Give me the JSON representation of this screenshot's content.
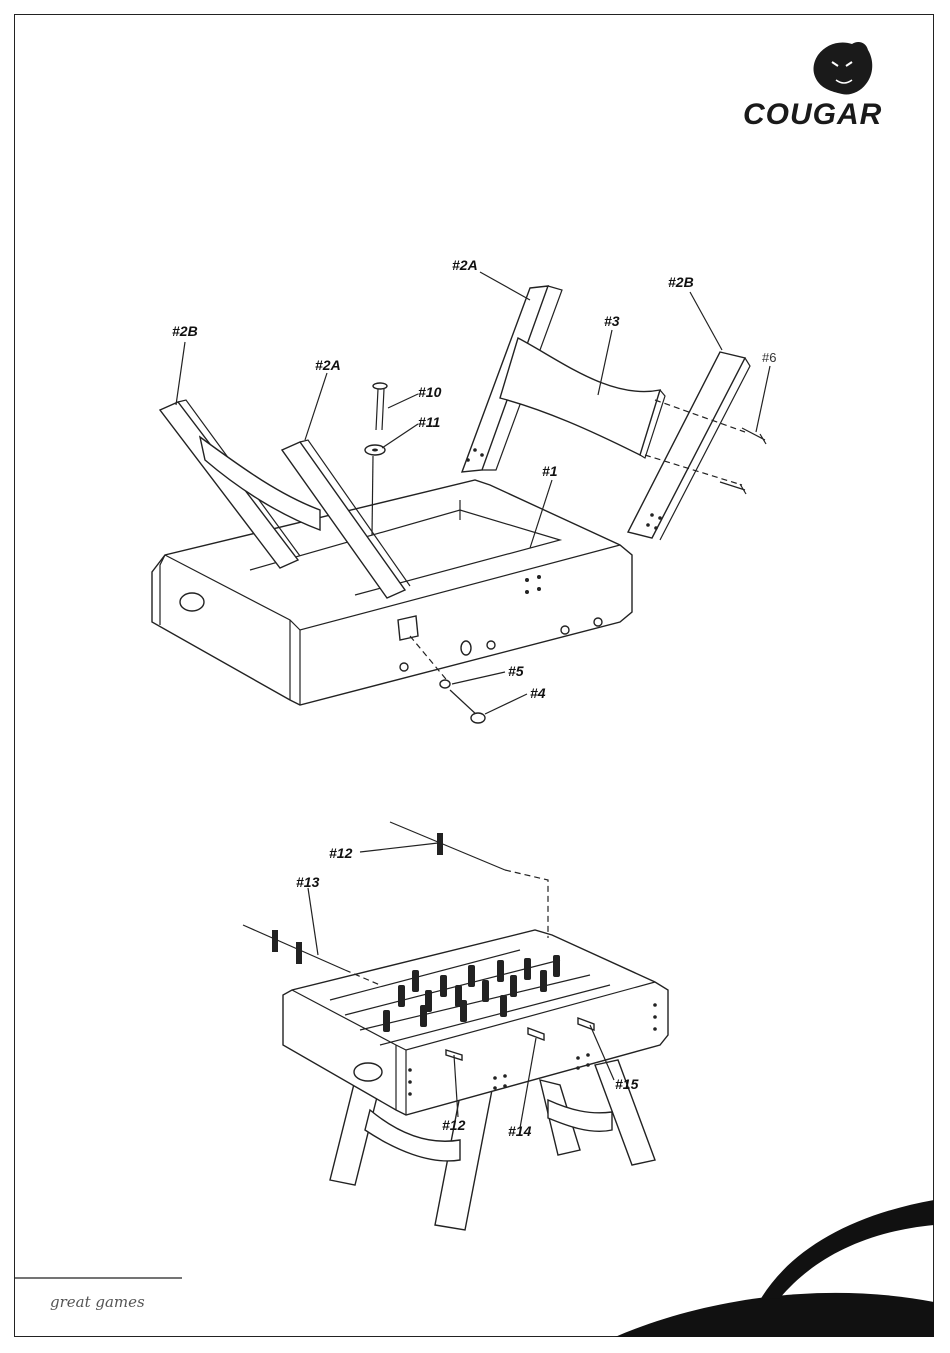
{
  "brand": {
    "name": "COUGAR",
    "tagline": "great games"
  },
  "diagram1": {
    "labels": {
      "p2b_left": "#2B",
      "p2a_left": "#2A",
      "p2a_top": "#2A",
      "p2b_right": "#2B",
      "p3": "#3",
      "p6": "#6",
      "p10": "#10",
      "p11": "#11",
      "p1": "#1",
      "p5": "#5",
      "p4": "#4"
    }
  },
  "diagram2": {
    "labels": {
      "p12_top": "#12",
      "p13": "#13",
      "p12_bottom": "#12",
      "p14": "#14",
      "p15": "#15"
    }
  }
}
